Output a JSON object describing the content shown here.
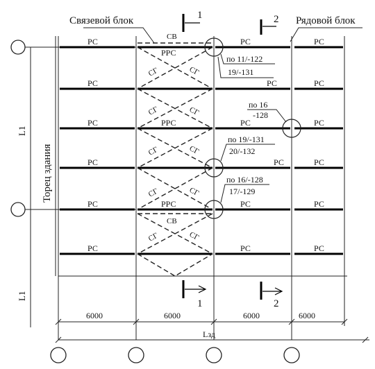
{
  "titles": {
    "bracing_block": "Связевой блок",
    "regular_block": "Рядовой блок",
    "building_end": "Торец здания"
  },
  "sections": {
    "first": "1",
    "second": "2"
  },
  "dimensions": {
    "span_1": "6000",
    "span_2": "6000",
    "span_3": "6000",
    "span_4": "6000",
    "building_length": "Lзд",
    "height_upper": "L1",
    "height_lower": "L1"
  },
  "labels": {
    "girder": "РС",
    "bracing_girder": "РРС",
    "vertical_brace": "СВ",
    "cross_brace": "СГ"
  },
  "callouts": {
    "c1_top": "по 11/-122",
    "c1_bottom": "19/-131",
    "c2_top": "по 16",
    "c2_bottom": "-128",
    "c3_top": "по 19/-131",
    "c3_bottom": "20/-132",
    "c4_top": "по 16/-128",
    "c4_bottom": "17/-129"
  }
}
